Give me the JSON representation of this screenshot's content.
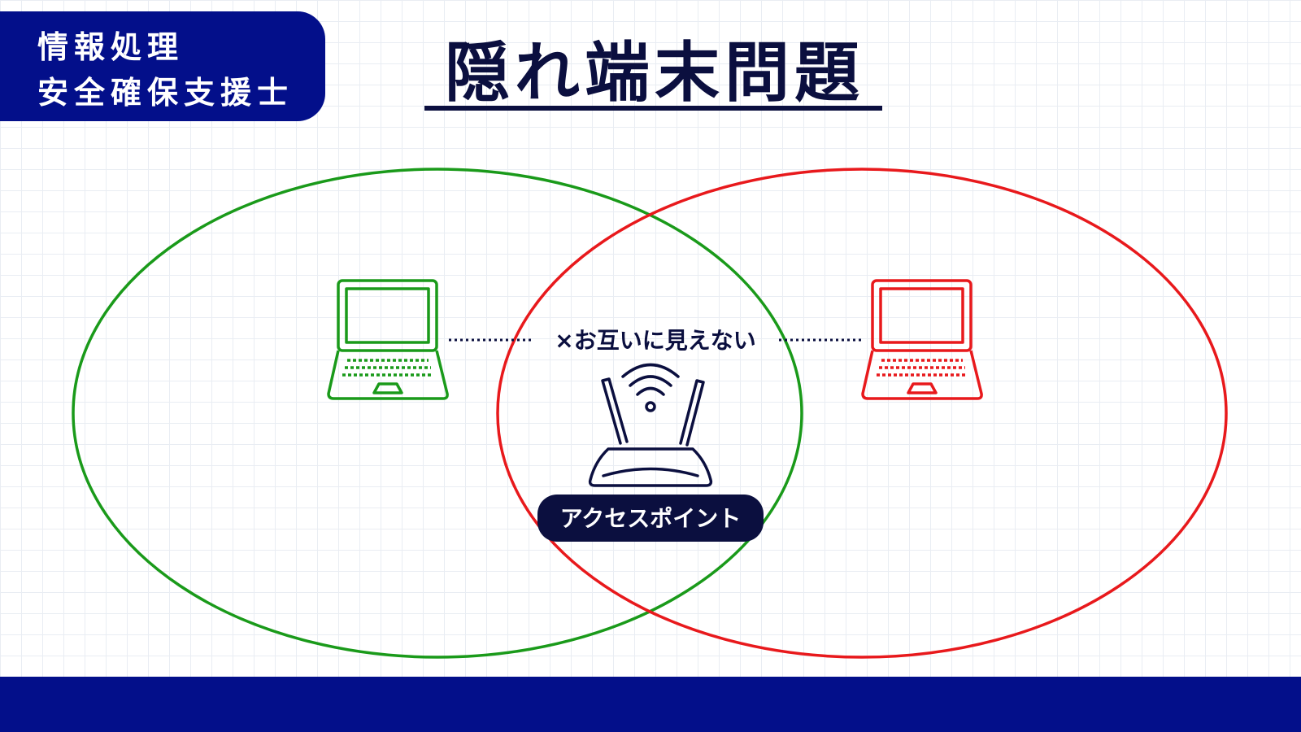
{
  "header": {
    "badge_lines": [
      "情報処理",
      "安全確保支援士"
    ],
    "title": "隠れ端末問題"
  },
  "diagram": {
    "left_laptop_icon": "laptop-icon",
    "right_laptop_icon": "laptop-icon",
    "router_icon": "wifi-router-icon",
    "note": "×お互いに見えない",
    "ap_label": "アクセスポイント"
  },
  "colors": {
    "brand": "#030f8a",
    "title": "#0b0f3f",
    "left_terminal": "#1a9a1a",
    "right_terminal": "#e8191c",
    "dark": "#0b0f3f"
  }
}
